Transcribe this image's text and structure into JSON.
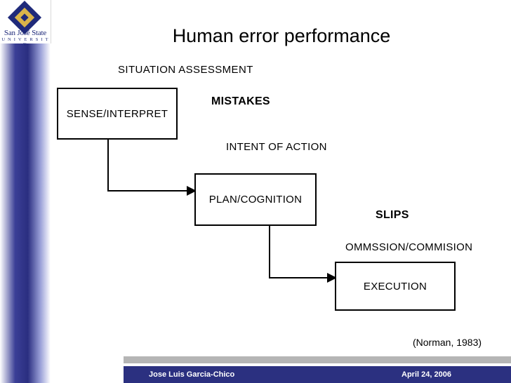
{
  "slide": {
    "title": "Human error performance",
    "citation": "(Norman, 1983)"
  },
  "branding": {
    "logo_line1": "San José State",
    "logo_line2": "U N I V E R S I T Y"
  },
  "diagram": {
    "type": "flowchart",
    "labels": {
      "situation_assessment": "SITUATION ASSESSMENT",
      "mistakes": "MISTAKES",
      "intent_of_action": "INTENT OF ACTION",
      "slips": "SLIPS",
      "ommssion_commision": "OMMSSION/COMMISION"
    },
    "boxes": [
      {
        "id": "sense",
        "label": "SENSE/INTERPRET"
      },
      {
        "id": "plan",
        "label": "PLAN/COGNITION"
      },
      {
        "id": "execution",
        "label": "EXECUTION"
      }
    ],
    "arrows": [
      {
        "from": "sense",
        "to": "plan"
      },
      {
        "from": "plan",
        "to": "execution"
      }
    ]
  },
  "footer": {
    "author": "Jose Luis Garcia-Chico",
    "date": "April 24, 2006"
  },
  "colors": {
    "accent_blue": "#2b3080",
    "logo_gold": "#d9b44a",
    "footer_bar_gray": "#b5b5b5"
  }
}
